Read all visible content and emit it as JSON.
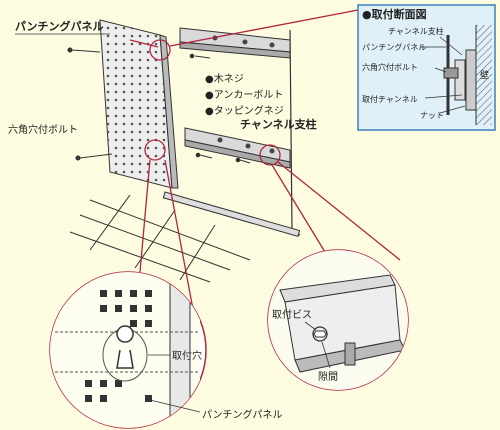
{
  "labels": {
    "panel_top": "パンチングパネル",
    "wood_screw": "●木ネジ",
    "anchor_bolt": "●アンカーボルト",
    "tapping_screw": "●タッピングネジ",
    "channel_main": "チャンネル支柱",
    "hex_bolt_main": "六角穴付ボルト",
    "mount_hole": "取付穴",
    "panel_bottom": "パンチングパネル",
    "mount_screw": "取付ビス",
    "gap": "隙間"
  },
  "section": {
    "title": "●取付断面図",
    "channel": "チャンネル支柱",
    "panel": "パンチングパネル",
    "hex_bolt": "六角穴付ボルト",
    "wall": "壁",
    "mount_channel": "取付チャンネル",
    "nut": "ナット"
  },
  "colors": {
    "background": "#fdfbe0",
    "section_bg": "#dff0f8",
    "callout_line": "#b0263c",
    "blue_border": "#3b7fc0"
  }
}
